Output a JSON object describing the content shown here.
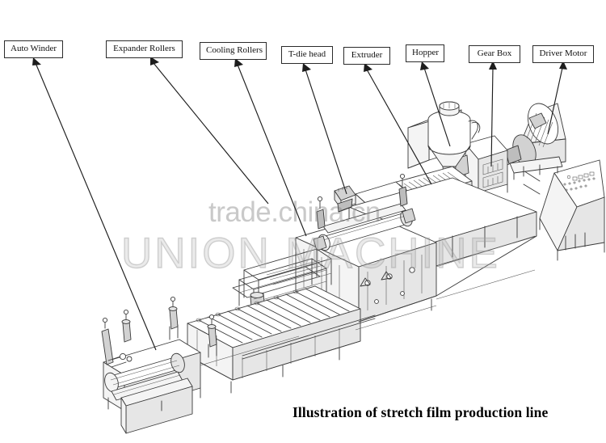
{
  "diagram": {
    "title": "Illustration of stretch film production line",
    "background_color": "#ffffff",
    "line_color": "#3a3a3a",
    "label_text_color": "#111111",
    "callouts": [
      {
        "id": "auto-winder",
        "label": "Auto Winder"
      },
      {
        "id": "expander-rollers",
        "label": "Expander Rollers"
      },
      {
        "id": "cooling-rollers",
        "label": "Cooling Rollers"
      },
      {
        "id": "t-die-head",
        "label": "T-die head"
      },
      {
        "id": "extruder",
        "label": "Extruder"
      },
      {
        "id": "hopper",
        "label": "Hopper"
      },
      {
        "id": "gear-box",
        "label": "Gear Box"
      },
      {
        "id": "driver-motor",
        "label": "Driver Motor"
      }
    ]
  },
  "watermark": {
    "url": "trade.china.cn",
    "brand": "UNION MACHINE",
    "color": "#969696"
  }
}
